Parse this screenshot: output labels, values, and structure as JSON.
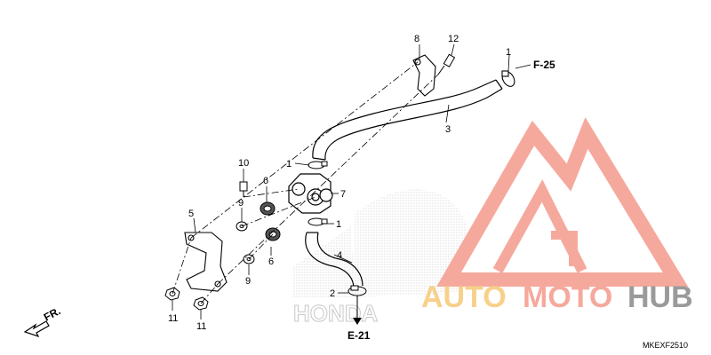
{
  "callouts": {
    "c1a": "1",
    "c1b": "1",
    "c1c": "1",
    "c2": "2",
    "c3": "3",
    "c4": "4",
    "c5": "5",
    "c6a": "6",
    "c6b": "6",
    "c7": "7",
    "c8": "8",
    "c9a": "9",
    "c9b": "9",
    "c10": "10",
    "c11a": "11",
    "c11b": "11",
    "c12": "12"
  },
  "refs": {
    "f25": "F-25",
    "e21": "E-21",
    "front": "FR."
  },
  "watermark": {
    "auto": "AUTO",
    "moto": "MOTO",
    "hub": "HUB",
    "honda": "HONDA"
  },
  "footer": {
    "code": "MKEXF2510"
  },
  "colors": {
    "accent": "#f5a99d",
    "accent_dark": "#e8806f",
    "hub": "#9a9a9a",
    "gold": "#f7d08a",
    "line": "#000000"
  }
}
